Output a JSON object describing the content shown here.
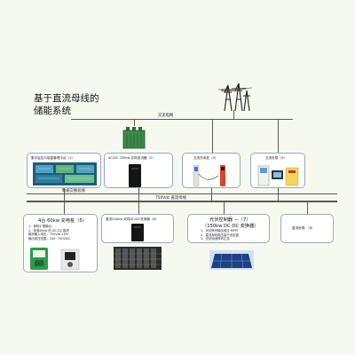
{
  "title": "基于直流母线的\n储能系统",
  "buses": {
    "ac_grid": "交流电网",
    "ac_bus": "数据交换总线",
    "dc_bus": "750Vdc 直流母线"
  },
  "boxes": {
    "ems": "集中监控与能量管理平台（1）",
    "pcs": "AC/DC 250kw 并网变流器（2）",
    "ac_charger": "交流充电桩（3）",
    "ac_load": "交流负载（4）",
    "dc_charger_title": "4台 60kw 充电桩（5）",
    "dc_charger_lines": [
      "1、单枪4 根输出",
      "2、采用60kw 的 DC-DC 模块",
      "   模块输入电压：750Vdc 10%",
      "   输出电压范围：200~750VDC"
    ],
    "storage": "直流200kw 双向DC/DC变换器（6）",
    "pv_title": "光伏控制器 —（7）",
    "pv_subtitle": "（150kw DC-DC 变换器）",
    "pv_lines": [
      "1、光伏阵列输出电压 MPPT",
      "2、直流母线电压高于设定值",
      "3、光伏电池阵列汇流"
    ],
    "dc_load": "直流负载　（8）"
  },
  "icons": [
    "power-tower-icon",
    "transformer-icon",
    "ev-charger-icon",
    "solar-panel-icon",
    "battery-rack-icon",
    "charging-pile-icon"
  ],
  "colors": {
    "background": "#f6f9ee",
    "bus": "#5a5a5a",
    "box_border": "#9aa7c2",
    "transformer": "#3e8a4a",
    "charger_green": "#2f9a49"
  }
}
